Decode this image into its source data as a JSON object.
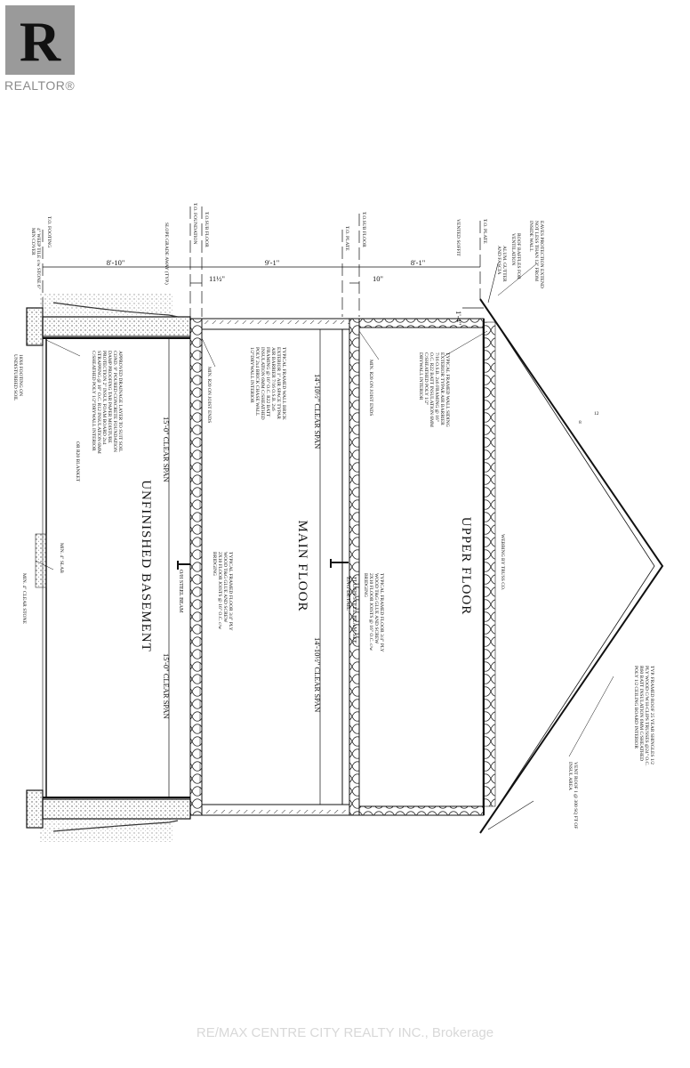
{
  "logo": {
    "label": "REALTOR®",
    "letter": "R"
  },
  "watermark": "RE/MAX CENTRE CITY REALTY INC., Brokerage",
  "rooms": {
    "upper": "UPPER FLOOR",
    "main": "MAIN FLOOR",
    "basement": "UNFINISHED BASEMENT"
  },
  "levels": {
    "footing": "T.O. FOOTING",
    "foundation": "T.O. FOUNDATION",
    "subfloor_main": "T.O.SUB FLOOR",
    "subfloor_upper": "T.O.SUB FLOOR",
    "plate_main": "T.O. PLATE",
    "plate_upper": "T.O. PLATE",
    "vented_soffit": "VENTED SOFFIT",
    "slope": "SLOPE GRADE AWAY (TYP.)"
  },
  "dimensions": {
    "basement_height": "8'-10\"",
    "main_height": "9'-1\"",
    "upper_height": "8'-1\"",
    "subfloor": "11½\"",
    "floor_depth": "10\"",
    "overhang": "1'-4\"",
    "span_left_main": "14'-10½\" CLEAR SPAN",
    "span_right_main": "14'-10½\" CLEAR SPAN",
    "span_left_base": "15'-0\" CLEAR SPAN",
    "span_right_base": "15'-0\" CLEAR SPAN",
    "pitch_rise": "12",
    "pitch_run": "8"
  },
  "notes": {
    "eaves": "EAVES PROTECTION EXTEND NOT LESS THAN 12\" FROM INSIDE WALL",
    "baffles": "ROOF BAFFLES FOR VENTILATION",
    "gutter": "ALUM. GUTTER AND FASCIA",
    "upper_wall": "TYPICAL FRAMED WALL SIDING EXTERIOR TYPAR AIR BARRIER 7/16 O.S.B. 2x6 FRAMING @ 16\" O.C. R22 BATT INSULATION 6MM C/SHEATHED POLY 1/2\" DRYWALL INTERIOR",
    "rim_upper": "MIN. R20 ON JOIST ENDS",
    "main_wall": "TYPICAL FRAMED WALL BRICK EXTERIOR 1\" AIR SPACE TYPAR AIR BARRIER 7/16 O.S.B. 2x6 FRAMING @ 16\" O.C. R22 BATT INSULATION 6MM C/SHEATHED POLY 2x4 BRICK CHASE WALL 1/2\"DRYWALL INTERIOR",
    "rim_main": "MIN. R20 ON JOIST ENDS",
    "foundation": "APPROVED DRAINAGE LAYER TO SUIT SOIL COND. 9\" POURED CONCRETE FOUNDATION DAMP PROOFING TAR PAPER MOISTURE PROTECTION 2\" INSUL FOAM BOARD 2x4 STRAPPING @ 16\" O.C. R12 INSULATION 6MM C/SHEATHED POLY 1/2\"DRYWALL INTERIOR",
    "blanket": "OR R20 BLANKET",
    "footing": "18X6 FOOTING ON UNDISTURBED SOIL",
    "weep": "4\" WEEP TILE c/w STONE 6\" MIN COVER",
    "webbing": "WEBBING BY TRUSS CO.",
    "upper_floor": "TYPICAL FRAMED FLOOR 3/4\" PLY WOOD T&G GLUE AND SCREW 2X10 FLOOR JOISTS @ 16\" O.C. c/w BRIDGING",
    "main_floor": "TYPICAL FRAMED FLOOR 3/4\" PLY WOOD T&G GLUE AND SCREW 2X10 FLOOR JOISTS @ 16\" O.C. c/w BRIDGING",
    "flush_beam": "FLUSH STEEL BEAM SEE ENG DETAIL",
    "oh_beam": "O/H STEEL BEAM",
    "slab": "MIN. 4\" SLAB",
    "clear_stone": "MIN. 4\" CLEAR STONE",
    "roof": "TYP. FRAMED ROOF 25 YEAR SHINGLES 1/2 PLY WOOD C/W H-CLIPS TRUSSES @24\" O.C. R60 BATT INSULATION 6MM C/SHEATHED POLY 1/2 CEILING BOARD INTERIOR",
    "vent": "VENT ROOF 1 @ 300 SQ FT OF INSUL AREA"
  }
}
